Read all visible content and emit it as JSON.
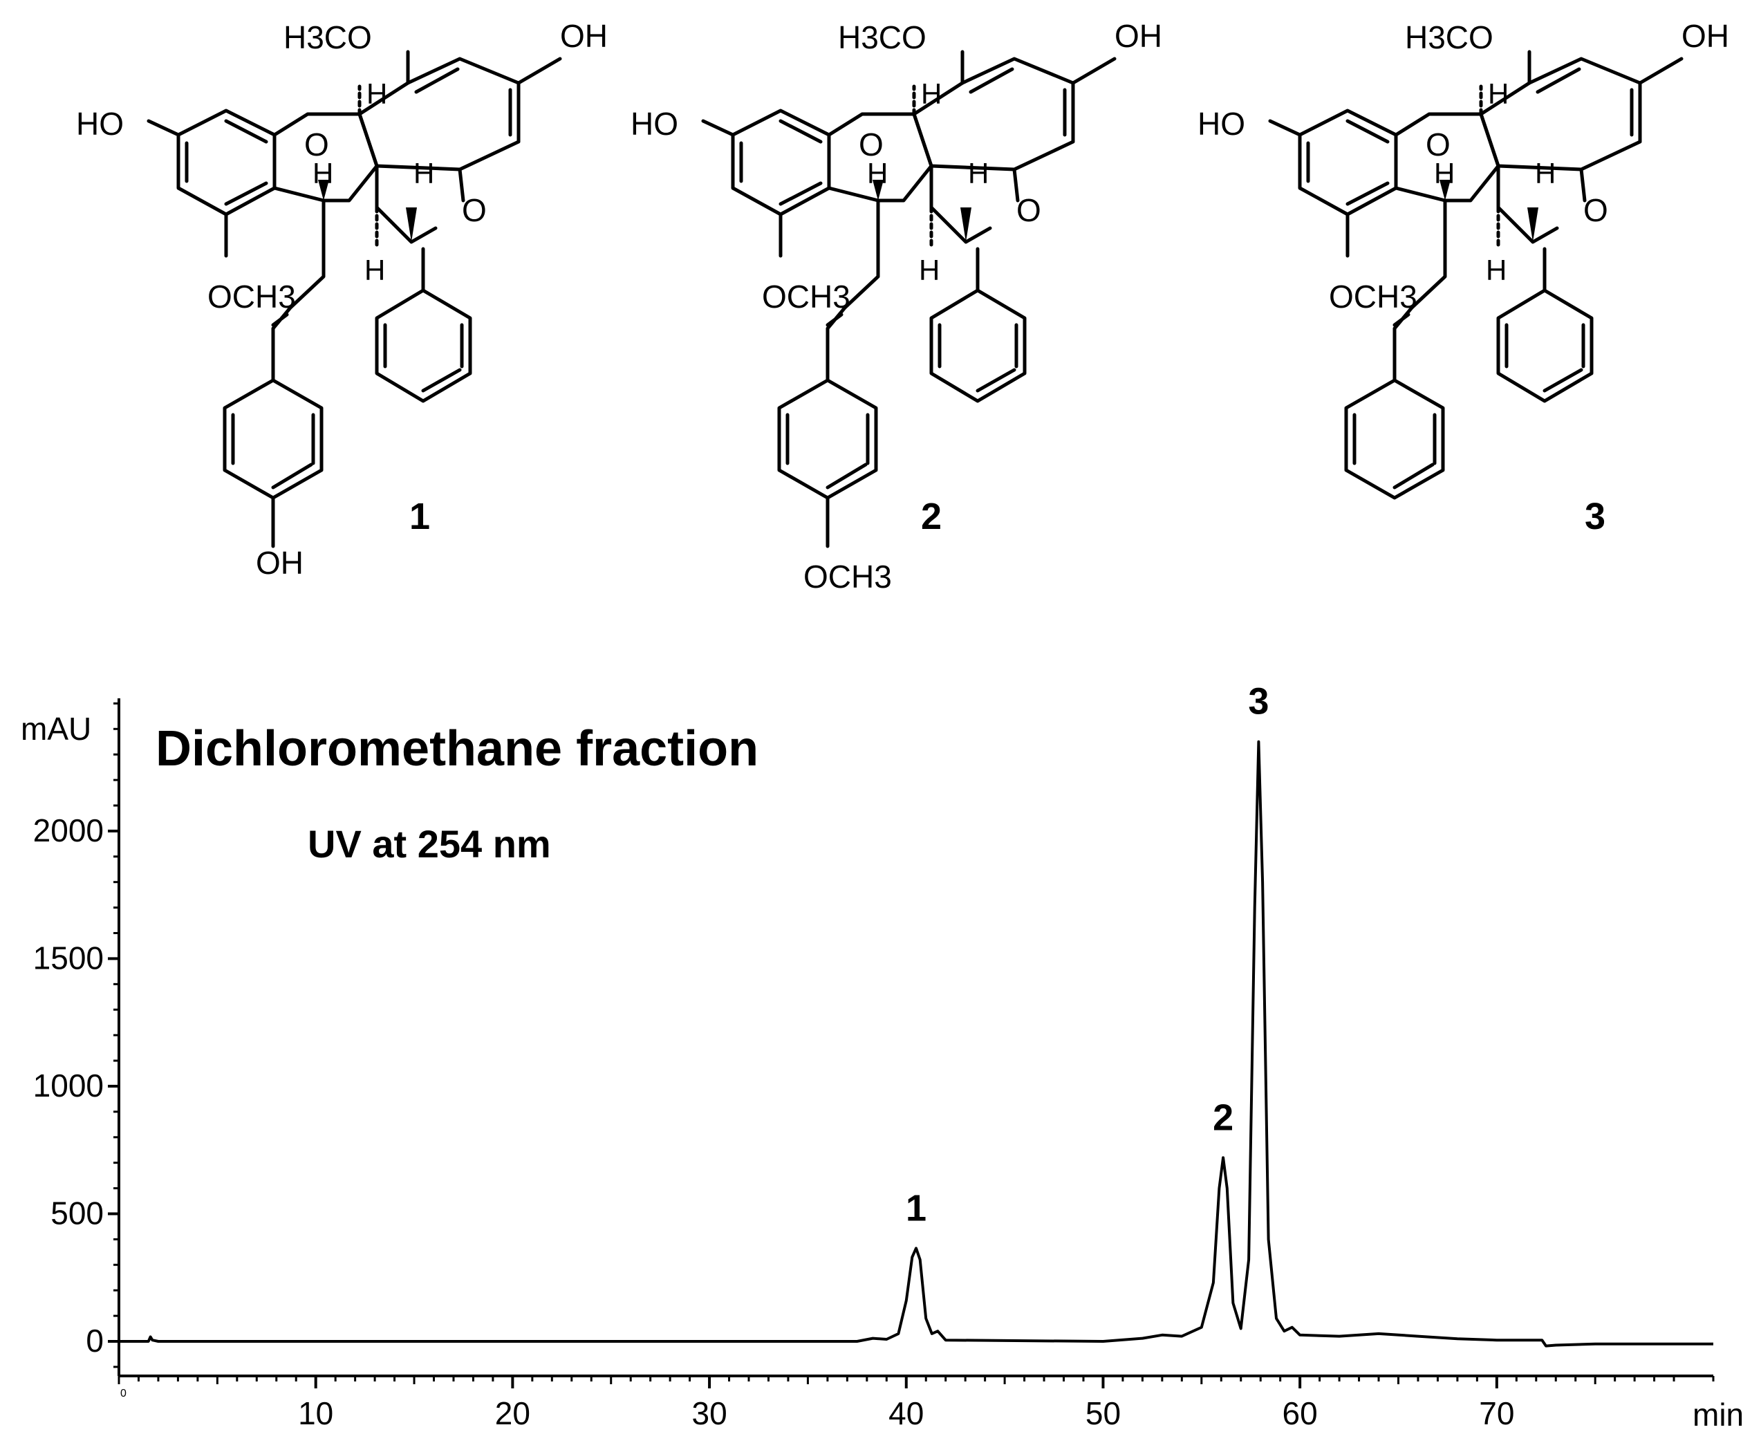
{
  "structures": [
    {
      "label": "1",
      "texts": {
        "methoxy_top": "H3CO",
        "oh_top": "OH",
        "ho_left": "HO",
        "ring_o1": "O",
        "ring_o2": "O",
        "h_top": "H",
        "h_left": "H",
        "h_right": "H",
        "h_bottom": "H",
        "methoxy_bottom": "OCH3",
        "substituent": "OH"
      }
    },
    {
      "label": "2",
      "texts": {
        "methoxy_top": "H3CO",
        "oh_top": "OH",
        "ho_left": "HO",
        "ring_o1": "O",
        "ring_o2": "O",
        "h_top": "H",
        "h_left": "H",
        "h_right": "H",
        "h_bottom": "H",
        "methoxy_bottom": "OCH3",
        "substituent": "OCH3"
      }
    },
    {
      "label": "3",
      "texts": {
        "methoxy_top": "H3CO",
        "oh_top": "OH",
        "ho_left": "HO",
        "ring_o1": "O",
        "ring_o2": "O",
        "h_top": "H",
        "h_left": "H",
        "h_right": "H",
        "h_bottom": "H",
        "methoxy_bottom": "OCH3",
        "substituent": ""
      }
    }
  ],
  "chart_data": {
    "type": "line",
    "title": "Dichloromethane fraction",
    "subtitle": "UV at 254 nm",
    "xlabel": "min",
    "ylabel": "mAU",
    "xlim": [
      0,
      81
    ],
    "ylim": [
      -100,
      2520
    ],
    "x_ticks": [
      10,
      20,
      30,
      40,
      50,
      60,
      70
    ],
    "x_origin_label": "0",
    "y_ticks": [
      0,
      500,
      1000,
      1500,
      2000
    ],
    "grid": false,
    "baseline": 0,
    "peaks": [
      {
        "label": "1",
        "x": 40.5,
        "y": 365
      },
      {
        "label": "2",
        "x": 56.1,
        "y": 720
      },
      {
        "label": "3",
        "x": 57.9,
        "y": 2350
      }
    ],
    "series": [
      {
        "x": [
          0,
          1.5,
          1.6,
          1.7,
          2.0,
          37.5,
          38.3,
          39.0,
          39.6,
          40.0,
          40.3,
          40.5,
          40.7,
          41.0,
          41.3,
          41.6,
          42.0,
          50.0,
          52.0,
          53.0,
          54.0,
          55.0,
          55.6,
          55.9,
          56.1,
          56.3,
          56.6,
          57.0,
          57.4,
          57.7,
          57.9,
          58.1,
          58.4,
          58.8,
          59.2,
          59.6,
          60.0,
          62.0,
          64.0,
          66.0,
          68.0,
          70.0,
          72.3,
          72.5,
          73.0,
          75.0,
          81.0
        ],
        "y": [
          0,
          0,
          18,
          5,
          0,
          0,
          12,
          8,
          30,
          160,
          330,
          365,
          320,
          90,
          30,
          40,
          5,
          0,
          12,
          25,
          20,
          55,
          230,
          600,
          720,
          600,
          150,
          50,
          320,
          1700,
          2350,
          1800,
          400,
          90,
          40,
          55,
          25,
          20,
          30,
          20,
          10,
          5,
          5,
          -18,
          -15,
          -10,
          -10
        ]
      }
    ]
  }
}
